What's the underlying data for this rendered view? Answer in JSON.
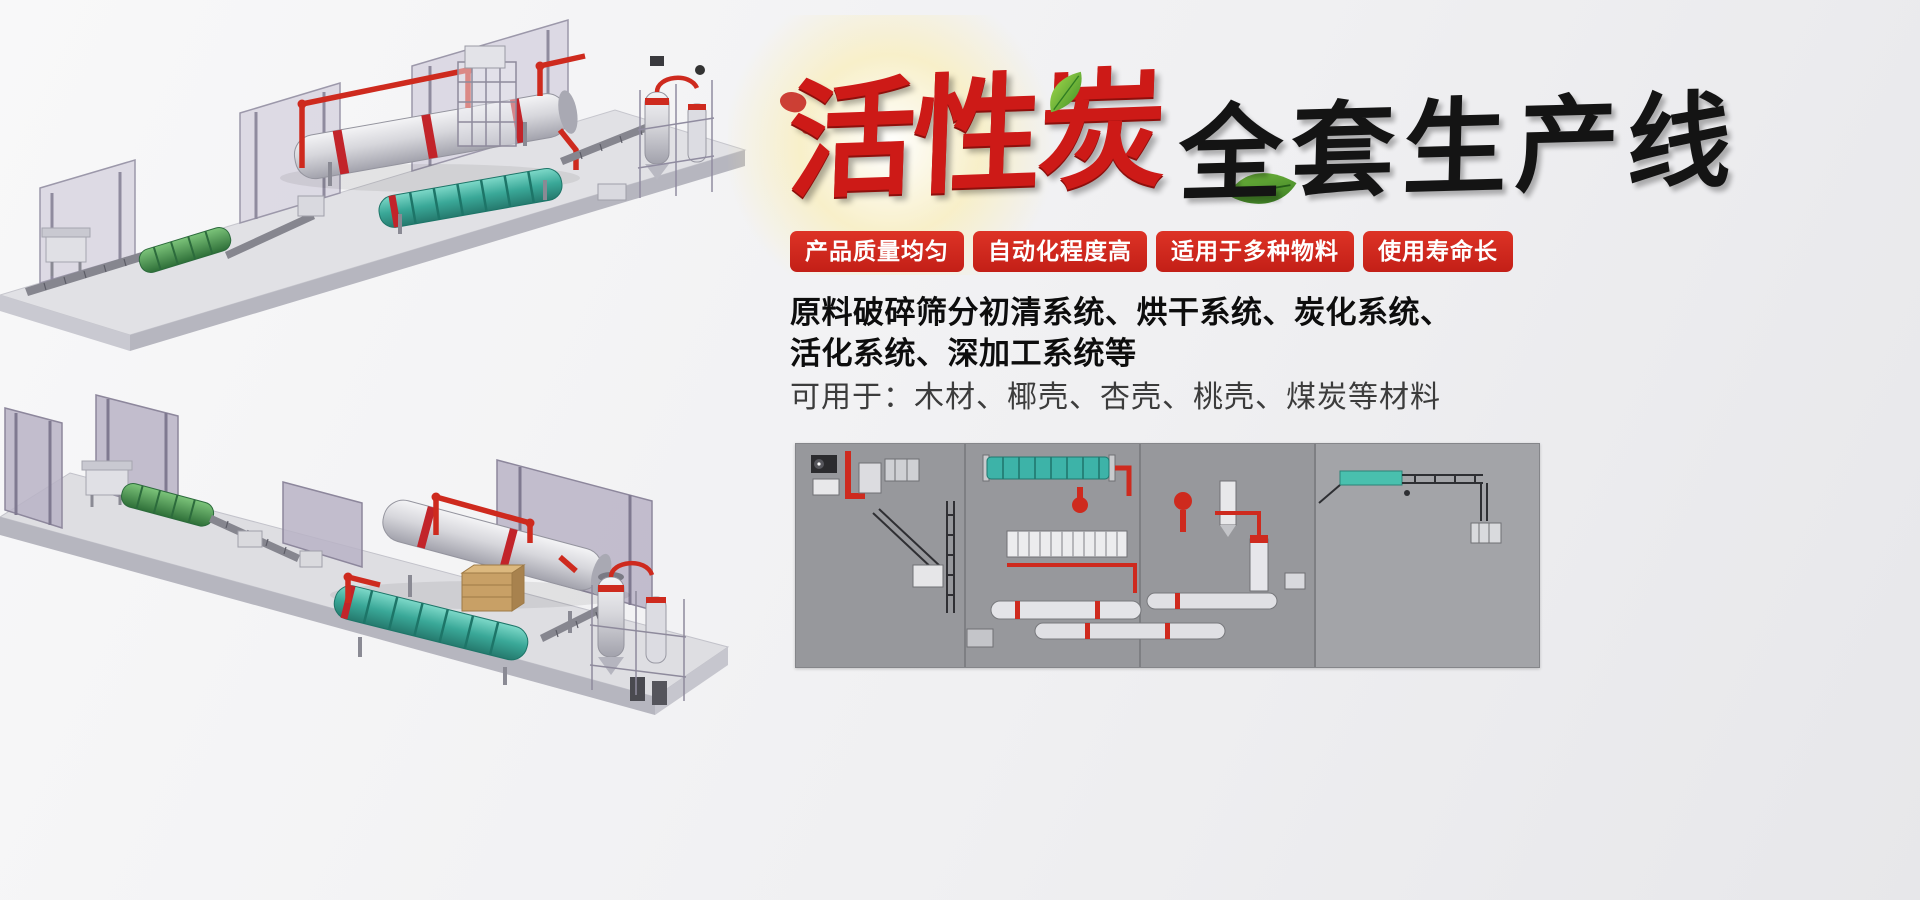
{
  "title": {
    "red_part": "活性炭",
    "black_part": "全套生产线"
  },
  "badges": [
    {
      "label": "产品质量均匀"
    },
    {
      "label": "自动化程度高"
    },
    {
      "label": "适用于多种物料"
    },
    {
      "label": "使用寿命长"
    }
  ],
  "description": {
    "line1": "原料破碎筛分初清系统、烘干系统、炭化系统、",
    "line2": "活化系统、深加工系统等",
    "line3": "可用于：木材、椰壳、杏壳、桃壳、煤炭等材料"
  },
  "illustrations": {
    "top_render_label": "activated-carbon-production-line-3d-render-top",
    "bottom_render_label": "activated-carbon-production-line-3d-render-bottom",
    "schematic_label": "production-line-layout-schematic"
  },
  "colors": {
    "accent_red": "#d2261d",
    "title_red": "#cd1a17",
    "title_black": "#141414",
    "machine_teal": "#3db3a8",
    "machine_green": "#3f8f3f",
    "pipe_red": "#ce2a1e",
    "schematic_gray": "#97989c"
  }
}
